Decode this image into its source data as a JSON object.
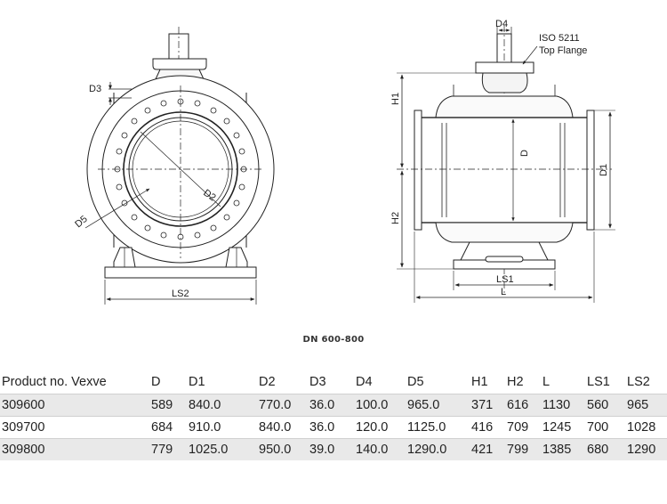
{
  "drawing": {
    "labels": {
      "d3": "D3",
      "d2": "D2",
      "d5": "D5",
      "ls2": "LS2",
      "d4": "D4",
      "iso_line1": "ISO 5211",
      "iso_line2": "Top Flange",
      "h1": "H1",
      "h2": "H2",
      "d": "D",
      "d1": "D1",
      "ls1": "LS1",
      "l": "L"
    }
  },
  "caption": "DN 600-800",
  "table": {
    "headers": [
      "Product no. Vexve",
      "D",
      "D1",
      "D2",
      "D3",
      "D4",
      "D5",
      "H1",
      "H2",
      "L",
      "LS1",
      "LS2"
    ],
    "rows": [
      [
        "309600",
        "589",
        "840.0",
        "770.0",
        "36.0",
        "100.0",
        "965.0",
        "371",
        "616",
        "1130",
        "560",
        "965"
      ],
      [
        "309700",
        "684",
        "910.0",
        "840.0",
        "36.0",
        "120.0",
        "1125.0",
        "416",
        "709",
        "1245",
        "700",
        "1028"
      ],
      [
        "309800",
        "779",
        "1025.0",
        "950.0",
        "39.0",
        "140.0",
        "1290.0",
        "421",
        "799",
        "1385",
        "680",
        "1290"
      ]
    ]
  }
}
